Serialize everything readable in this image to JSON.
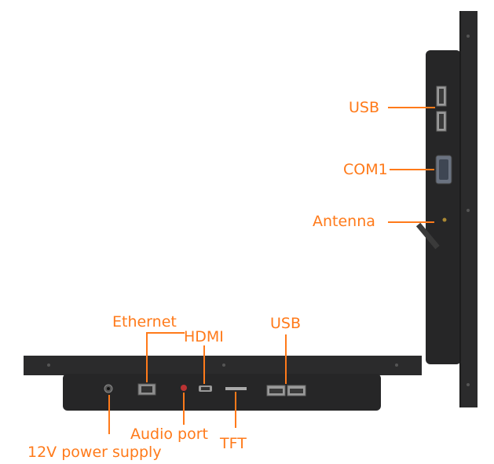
{
  "colors": {
    "accent": "#ff7a1a",
    "device": "#2b2b2c",
    "device_dark": "#1a1a1b",
    "port": "#9a9a9a"
  },
  "labels": {
    "usb_side": "USB",
    "com1": "COM1",
    "antenna": "Antenna",
    "ethernet": "Ethernet",
    "hdmi": "HDMI",
    "usb_bottom": "USB",
    "audio_port": "Audio port",
    "tft": "TFT",
    "power": "12V power supply"
  }
}
